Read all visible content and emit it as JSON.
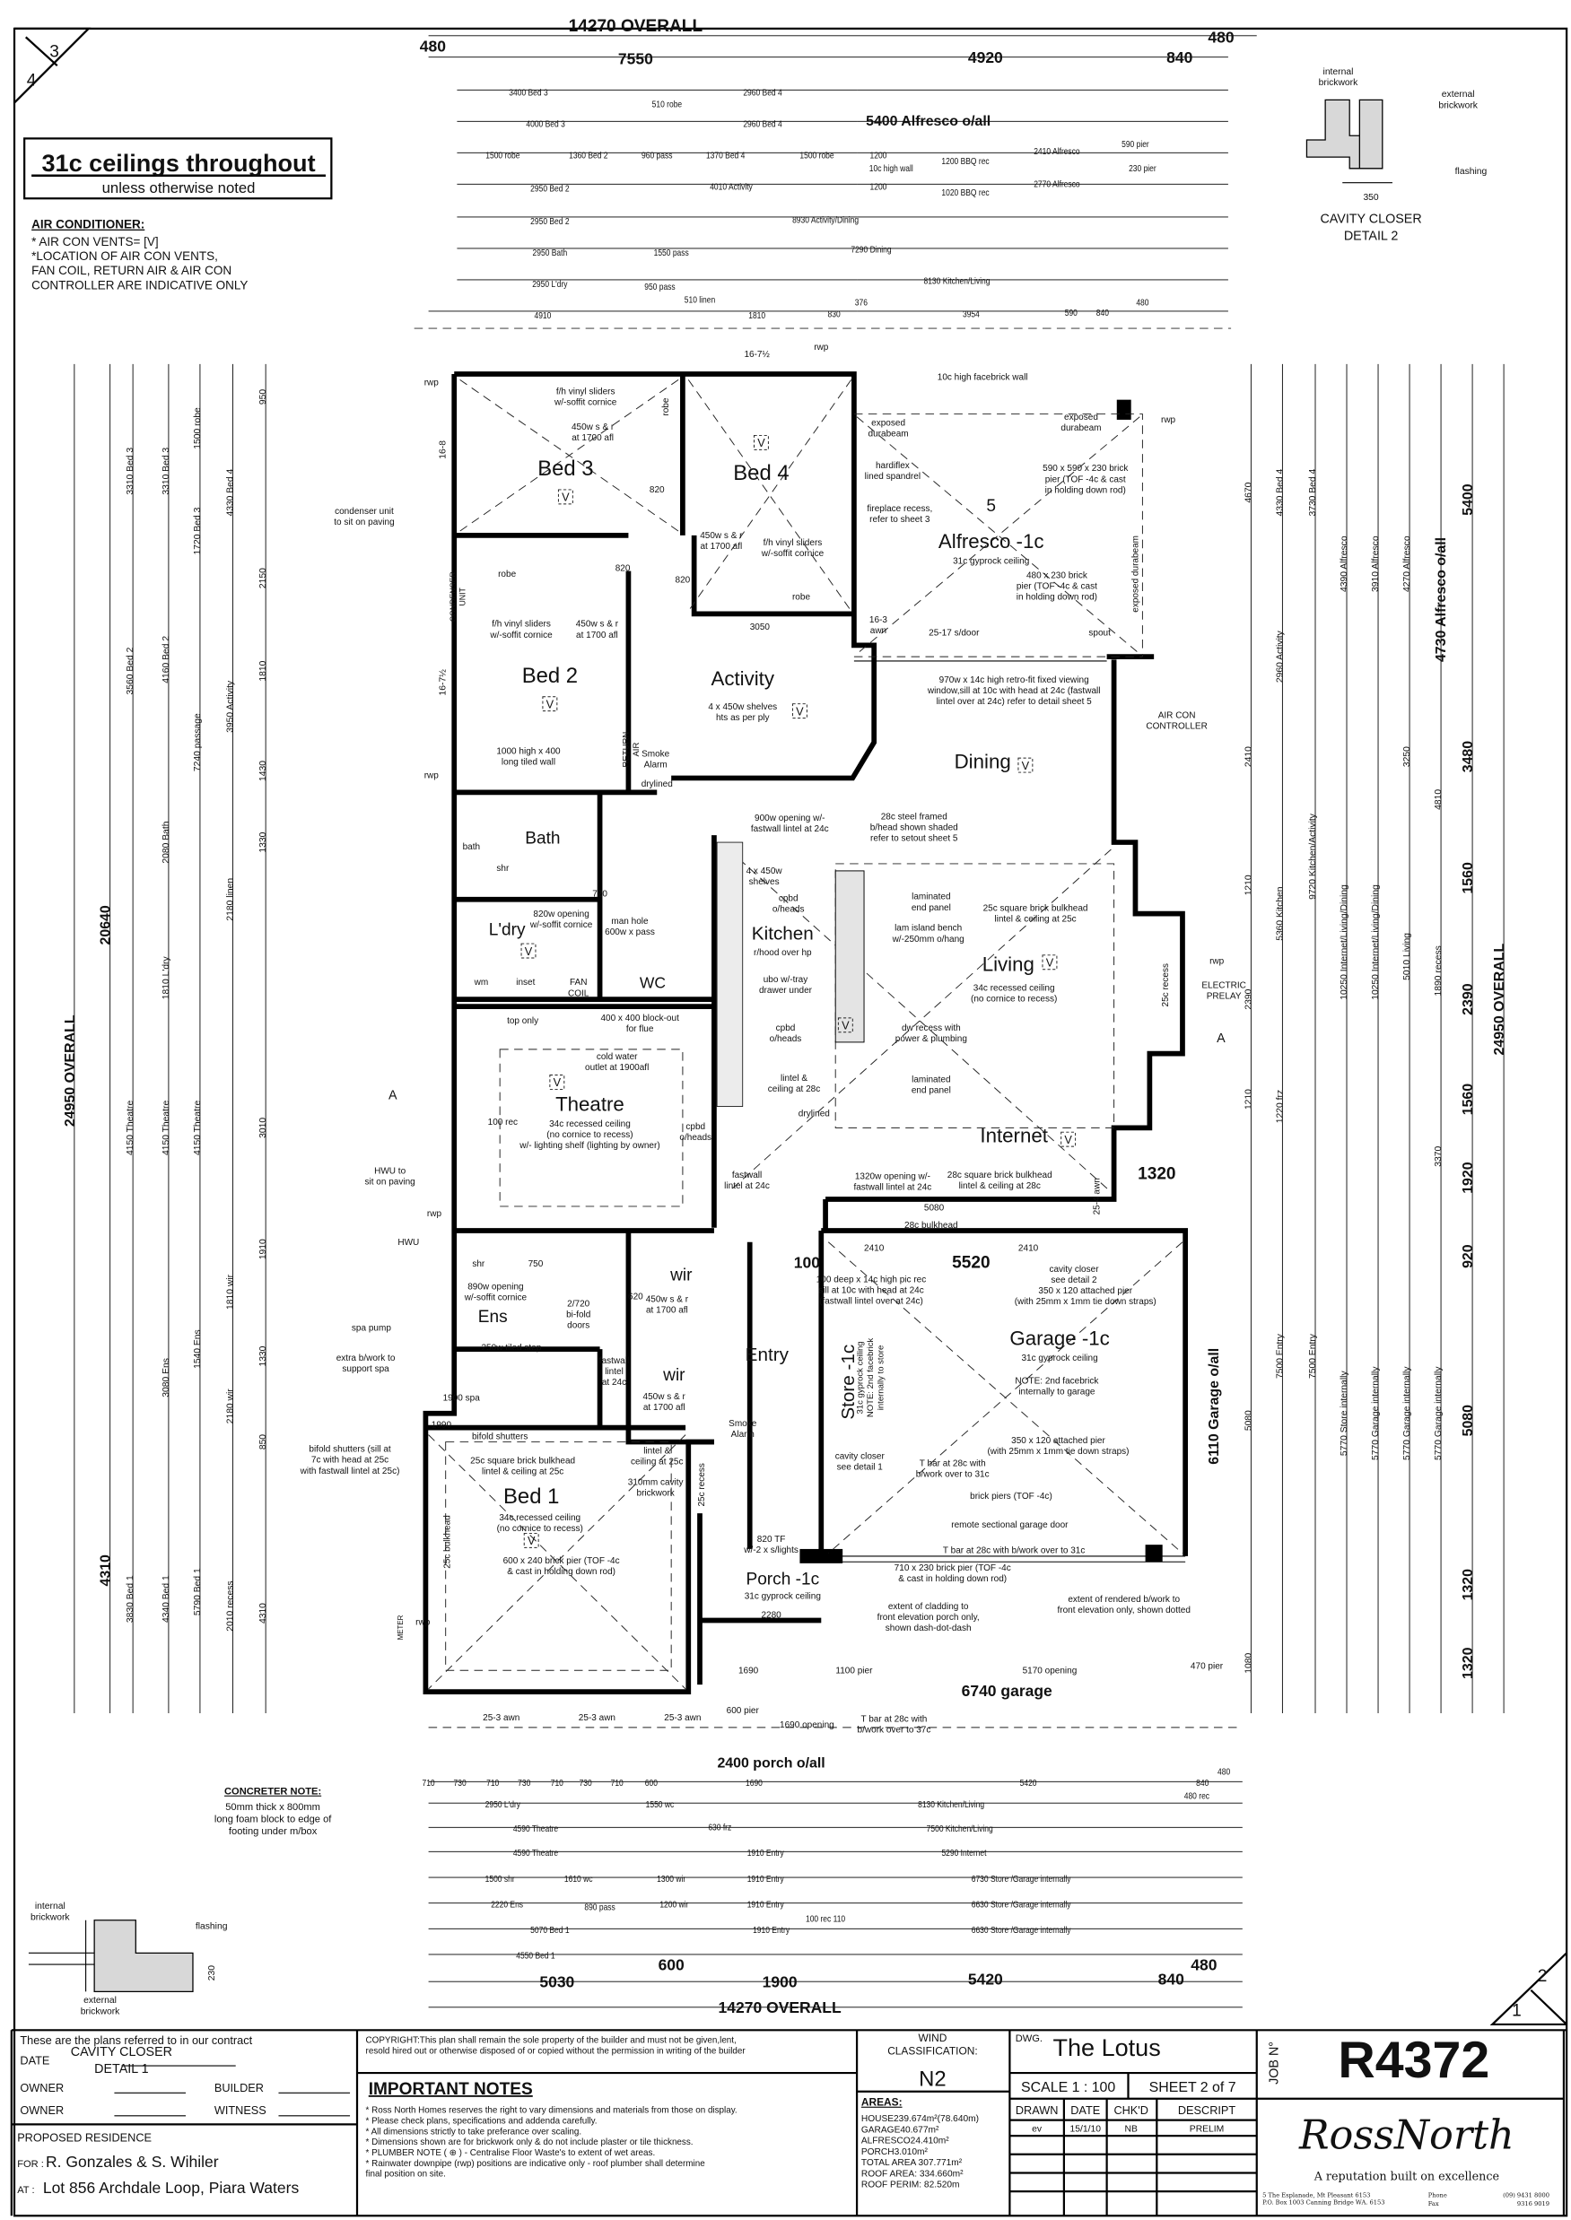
{
  "header": {
    "corner_top_a": "3",
    "corner_top_b": "4",
    "corner_bottom_a": "2",
    "corner_bottom_b": "1",
    "ceiling_title": "31c ceilings throughout",
    "ceiling_subtitle": "unless otherwise noted"
  },
  "aircon": {
    "title": "AIR CONDITIONER:",
    "lines": [
      "* AIR CON VENTS= [V]",
      "*LOCATION OF AIR CON VENTS,",
      "FAN COIL, RETURN AIR & AIR CON",
      "CONTROLLER ARE INDICATIVE ONLY"
    ]
  },
  "vent_symbol": "V",
  "dims_top": [
    "14270 OVERALL",
    "480",
    "7550",
    "4920",
    "840",
    "480",
    "3400 Bed 3",
    "510 robe",
    "2960 Bed 4",
    "4000 Bed 3",
    "2960 Bed 4",
    "5400 Alfresco o/all",
    "1500 robe",
    "1360 Bed 2",
    "960 pass",
    "1370 Bed 4",
    "1500 robe",
    "1200",
    "10c high wall",
    "1200 BBQ rec",
    "2410 Alfresco",
    "590 pier",
    "230 pier",
    "2950 Bed 2",
    "4010 Activity",
    "1200",
    "1020 BBQ rec",
    "2770 Alfresco",
    "2950 Bed 2",
    "8930 Activity/Dining",
    "2950 Bath",
    "1550 pass",
    "7290 Dining",
    "2950 L'dry",
    "950 pass",
    "510 linen",
    "8130 Kitchen/Living",
    "4910",
    "1810",
    "830",
    "376",
    "3954",
    "590",
    "840",
    "480"
  ],
  "dims_left": [
    "24950 OVERALL",
    "20640",
    "4310",
    "3310 Bed 3",
    "3560 Bed 2",
    "4150 Theatre",
    "3830 Bed 1",
    "3310 Bed 3",
    "4160 Bed 2",
    "2080 Bath",
    "1810 L'dry",
    "4150 Theatre",
    "3080 Ens",
    "4340 Bed 1",
    "1500 robe",
    "1720 Bed 3",
    "7240 passage",
    "4150 Theatre",
    "1540 Ens",
    "5790 Bed 1",
    "4330 Bed 4",
    "3950 Activity",
    "2180 linen",
    "1810 wir",
    "2180 wir",
    "2010 recess",
    "950",
    "2150",
    "1810",
    "1430",
    "1330",
    "3010",
    "1910",
    "1330",
    "850",
    "4310"
  ],
  "dims_right": [
    "4670",
    "2410",
    "1210",
    "2390",
    "1210",
    "5080",
    "1080",
    "4330 Bed 4",
    "2960 Activity",
    "5360 Kitchen",
    "1220 frz",
    "7500 Entry",
    "3730 Bed 4",
    "9720 Kitchen/Activity",
    "7500 Entry",
    "4390 Alfresco",
    "10250 Internet/Living/Dining",
    "5770 Store internally",
    "3910 Alfresco",
    "10250 Internet/Living/Dining",
    "5770 Garage internally",
    "4270 Alfresco",
    "3250",
    "5010 Living",
    "5770 Garage internally",
    "4810",
    "1890 recess",
    "3370",
    "5770 Garage internally",
    "4730 Alfresco o/all",
    "5400",
    "3480",
    "1560",
    "2390",
    "1560",
    "1920",
    "920",
    "5080",
    "1320",
    "1320",
    "24950 OVERALL",
    "6110 Garage o/all"
  ],
  "dims_bottom": [
    "2400 porch o/all",
    "710",
    "730",
    "710",
    "730",
    "710",
    "730",
    "710",
    "600",
    "1690",
    "5420",
    "840",
    "480",
    "2950 L'dry",
    "1550 wc",
    "8130 Kitchen/Living",
    "480 rec",
    "4590 Theatre",
    "630 frz",
    "7500 Kitchen/Living",
    "4590 Theatre",
    "1910 Entry",
    "5290 Internet",
    "1500 shr",
    "1610 wc",
    "1300 wir",
    "1910 Entry",
    "6730 Store /Garage internally",
    "2220 Ens",
    "890 pass",
    "1200 wir",
    "1910 Entry",
    "6630 Store /Garage internally",
    "5070 Bed 1",
    "1910 Entry",
    "100 rec 110",
    "6630 Store /Garage internally",
    "4550 Bed 1",
    "5030",
    "600",
    "1900",
    "5420",
    "840",
    "480",
    "14270 OVERALL"
  ],
  "rooms": [
    [
      "Bed 3"
    ],
    [
      "Bed 4"
    ],
    [
      "Bed 2"
    ],
    [
      "Activity"
    ],
    [
      "Dining"
    ],
    [
      "Bath"
    ],
    [
      "L'dry"
    ],
    [
      "WC"
    ],
    [
      "Kitchen"
    ],
    [
      "Living"
    ],
    [
      "Theatre"
    ],
    [
      "Internet"
    ],
    [
      "Entry"
    ],
    [
      "Ens"
    ],
    [
      "wir"
    ],
    [
      "wir"
    ],
    [
      "Bed 1"
    ],
    [
      "Alfresco -1c"
    ],
    [
      "Garage -1c"
    ],
    [
      "Porch -1c"
    ],
    [
      "Store -1c"
    ]
  ],
  "notes": [
    [
      "10c high facebrick wall"
    ],
    [
      "exposed",
      "durabeam"
    ],
    [
      "exposed",
      "durabeam"
    ],
    [
      "hardiflex",
      "lined spandrel"
    ],
    [
      "590 x 590 x 230 brick",
      "pier (TOF -4c & cast",
      "in holding down rod)"
    ],
    [
      "fireplace recess,",
      "refer to sheet 3"
    ],
    [
      "5"
    ],
    [
      "31c gyprock ceiling"
    ],
    [
      "480 x 230 brick",
      "pier (TOF -4c & cast",
      "in holding down rod)"
    ],
    [
      "exposed durabeam"
    ],
    [
      "16-3",
      "awn"
    ],
    [
      "25-17 s/door"
    ],
    [
      "spout"
    ],
    [
      "970w x 14c high retro-fit fixed viewing",
      "window,sill at 10c with head at 24c (fastwall",
      "lintel over at 24c) refer to detail sheet 5"
    ],
    [
      "AIR CON",
      "CONTROLLER"
    ],
    [
      "4 x 450w shelves",
      "hts as per ply"
    ],
    [
      "RETURN",
      "AIR"
    ],
    [
      "Smoke",
      "Alarm"
    ],
    [
      "1000 high x 400",
      "long tiled wall"
    ],
    [
      "drylined"
    ],
    [
      "900w opening w/-",
      "fastwall lintel at 24c"
    ],
    [
      "28c steel framed",
      "b/head shown shaded",
      "refer to setout sheet 5"
    ],
    [
      "condenser unit",
      "to sit on paving"
    ],
    [
      "CONDENSER",
      "UNIT"
    ],
    [
      "f/h vinyl sliders",
      "w/-soffit cornice"
    ],
    [
      "450w s & r",
      "at 1700 afl"
    ],
    [
      "robe"
    ],
    [
      "f/h vinyl sliders",
      "w/-soffit cornice"
    ],
    [
      "450w s & r",
      "at 1700 afl"
    ],
    [
      "robe"
    ],
    [
      "robe"
    ],
    [
      "f/h vinyl sliders",
      "w/-soffit cornice"
    ],
    [
      "450w s & r",
      "at 1700 afl"
    ],
    [
      "820"
    ],
    [
      "820"
    ],
    [
      "820"
    ],
    [
      "3050"
    ],
    [
      "rwp"
    ],
    [
      "rwp"
    ],
    [
      "rwp"
    ],
    [
      "rwp"
    ],
    [
      "rwp"
    ],
    [
      "rwp"
    ],
    [
      "rwp"
    ],
    [
      "16-8"
    ],
    [
      "16-7½"
    ],
    [
      "16-7½"
    ],
    [
      "laminated",
      "end panel"
    ],
    [
      "lam island bench",
      "w/-250mm o/hang"
    ],
    [
      "25c square brick bulkhead",
      "lintel & ceiling at 25c"
    ],
    [
      "34c recessed ceiling",
      "(no cornice to recess)"
    ],
    [
      "dw recess with",
      "power & plumbing"
    ],
    [
      "laminated",
      "end panel"
    ],
    [
      "ELECTRIC",
      "PRELAY"
    ],
    [
      "25c recess"
    ],
    [
      "4 x 450w",
      "shelves"
    ],
    [
      "cpbd",
      "o/heads"
    ],
    [
      "r/hood over hp"
    ],
    [
      "ubo w/-tray",
      "drawer under"
    ],
    [
      "cpbd",
      "o/heads"
    ],
    [
      "lintel &",
      "ceiling at 28c"
    ],
    [
      "drylined"
    ],
    [
      "820w opening",
      "w/-soffit cornice"
    ],
    [
      "man hole",
      "600w x pass"
    ],
    [
      "FAN",
      "COIL"
    ],
    [
      "wm"
    ],
    [
      "inset"
    ],
    [
      "top only"
    ],
    [
      "400 x 400 block-out",
      "for flue"
    ],
    [
      "cold water",
      "outlet at 1900afl"
    ],
    [
      "34c recessed ceiling",
      "(no cornice to recess)",
      "w/- lighting shelf (lighting by owner)"
    ],
    [
      "cpbd",
      "o/heads"
    ],
    [
      "100 rec"
    ],
    [
      "HWU to",
      "sit on paving"
    ],
    [
      "1320w opening w/-",
      "fastwall lintel at 24c"
    ],
    [
      "28c square brick bulkhead",
      "lintel & ceiling at 28c"
    ],
    [
      "fastwall",
      "lintel at 24c"
    ],
    [
      "5080"
    ],
    [
      "28c bulkhead"
    ],
    [
      "1320"
    ],
    [
      "25-4 awn"
    ],
    [
      "A"
    ],
    [
      "A"
    ],
    [
      "5520"
    ],
    [
      "100"
    ],
    [
      "2410"
    ],
    [
      "2410"
    ],
    [
      "cavity closer",
      "see detail 2"
    ],
    [
      "100 deep x 14c high pic rec",
      "sill at 10c with head at 24c",
      "(fastwall lintel over at 24c)"
    ],
    [
      "350 x 120 attached pier",
      "(with 25mm x 1mm tie down straps)"
    ],
    [
      "31c gyprock ceiling"
    ],
    [
      "NOTE: 2nd facebrick",
      "internally to garage"
    ],
    [
      "350 x 120 attached pier",
      "(with 25mm x 1mm tie down straps)"
    ],
    [
      "31c gyprock ceiling",
      "NOTE: 2nd facebrick",
      "internally to store"
    ],
    [
      "cavity closer",
      "see detail 1"
    ],
    [
      "T bar at 28c with",
      "b/work over to 31c"
    ],
    [
      "brick piers (TOF -4c)"
    ],
    [
      "remote sectional garage door"
    ],
    [
      "T bar at 28c with b/work over to 31c"
    ],
    [
      "Smoke",
      "Alarm"
    ],
    [
      "820 TF",
      "w/-2 x s/lights"
    ],
    [
      "710 x 230 brick pier (TOF -4c",
      "& cast in holding down rod)"
    ],
    [
      "extent of cladding to",
      "front elevation porch only,",
      "shown dash-dot-dash"
    ],
    [
      "extent of rendered b/work to",
      "front elevation only, shown dotted"
    ],
    [
      "31c gyprock ceiling"
    ],
    [
      "2280"
    ],
    [
      "1690"
    ],
    [
      "1100 pier"
    ],
    [
      "5170 opening"
    ],
    [
      "470 pier"
    ],
    [
      "6740 garage"
    ],
    [
      "T bar at 28c with",
      "b/work over to 37c"
    ],
    [
      "600 pier"
    ],
    [
      "1690 opening"
    ],
    [
      "25-3 awn"
    ],
    [
      "25-3 awn"
    ],
    [
      "25-3 awn"
    ],
    [
      "25c square brick bulkhead",
      "lintel & ceiling at 25c"
    ],
    [
      "34c recessed ceiling",
      "(no cornice to recess)"
    ],
    [
      "600 x 240 brick pier (TOF -4c",
      "& cast in holding down rod)"
    ],
    [
      "310mm cavity",
      "brickwork"
    ],
    [
      "25c recess"
    ],
    [
      "25c bulkhead"
    ],
    [
      "lintel &",
      "ceiling at 25c"
    ],
    [
      "bifold shutters"
    ],
    [
      "1900 spa"
    ],
    [
      "250w tiled step"
    ],
    [
      "890w opening",
      "w/-soffit cornice"
    ],
    [
      "2/720",
      "bi-fold",
      "doors"
    ],
    [
      "fastwall",
      "lintel",
      "at 24c"
    ],
    [
      "450w s & r",
      "at 1700 afl"
    ],
    [
      "450w s & r",
      "at 1700 afl"
    ],
    [
      "spa pump"
    ],
    [
      "extra b/work to",
      "support spa"
    ],
    [
      "bifold shutters (sill at",
      "7c with head at 25c",
      "with fastwall lintel at 25c)"
    ],
    [
      "HWU"
    ],
    [
      "METER"
    ],
    [
      "shr"
    ],
    [
      "bath"
    ],
    [
      "shr"
    ],
    [
      "720"
    ],
    [
      "620"
    ],
    [
      "750"
    ],
    [
      "1990"
    ]
  ],
  "concreter_note": {
    "title": "CONCRETER NOTE:",
    "lines": [
      "50mm thick x 800mm",
      "long foam block to edge of",
      "footing under m/box"
    ]
  },
  "detail1": {
    "internal": [
      "internal",
      "brickwork"
    ],
    "flashing": "flashing",
    "external": [
      "external",
      "brickwork"
    ],
    "dim": "230",
    "title": "CAVITY CLOSER",
    "subtitle": "DETAIL 1"
  },
  "detail2": {
    "internal": [
      "internal",
      "brickwork"
    ],
    "external": [
      "external",
      "brickwork"
    ],
    "flashing": "flashing",
    "dim": "350",
    "title": "CAVITY CLOSER",
    "subtitle": "DETAIL 2"
  },
  "title_block": {
    "contract_note": "These are the plans referred to in our contract",
    "date_label": "DATE",
    "owner_label": "OWNER",
    "builder_label": "BUILDER",
    "owner2_label": "OWNER",
    "witness_label": "WITNESS",
    "proposed": "PROPOSED RESIDENCE",
    "for_label": "FOR :",
    "for_value": "R. Gonzales & S. Wihiler",
    "at_label": "AT :",
    "at_value": "Lot 856 Archdale Loop, Piara Waters",
    "copyright": [
      "COPYRIGHT:This plan shall remain the sole property of the builder and must not be given,lent,",
      "resold hired out or otherwise disposed of or copied without the permission in writing of the builder"
    ],
    "important_title": "IMPORTANT NOTES",
    "important_notes": [
      "* Ross North Homes reserves the right to vary dimensions and materials from those on display.",
      "* Please check plans, specifications and addenda carefully.",
      "* All dimensions strictly to take preferance over scaling.",
      "* Dimensions shown are for brickwork only & do not include plaster or tile thickness.",
      "* PLUMBER NOTE ( ⊕ ) - Centralise Floor Waste's to extent of wet areas.",
      "* Rainwater downpipe (rwp) positions are indicative only - roof plumber shall determine",
      "final position on site."
    ],
    "wind_label": [
      "WIND",
      "CLASSIFICATION:"
    ],
    "wind_value": "N2",
    "areas_title": "AREAS:",
    "areas": [
      "HOUSE239.674m²(78.640m)",
      "GARAGE40.677m²",
      "ALFRESCO24.410m²",
      "PORCH3.010m²",
      "TOTAL AREA 307.771m²",
      "ROOF AREA: 334.660m²",
      "ROOF PERIM: 82.520m"
    ],
    "dwg_label": "DWG.",
    "dwg_name": "The Lotus",
    "scale": "SCALE 1 : 100",
    "sheet": "SHEET 2 of 7",
    "rev_headers": [
      "DRAWN",
      "DATE",
      "CHK'D",
      "DESCRIPT"
    ],
    "rev_row": [
      "ev",
      "15/1/10",
      "NB",
      "PRELIM"
    ],
    "job_label": "JOB N°",
    "job_number": "R4372",
    "logo": "RossNorth",
    "tagline": "A reputation built on excellence",
    "address": [
      "5 The Esplanade, Mt Pleasant 6153",
      "P.O. Box 1003 Canning Bridge WA. 6153"
    ],
    "phone_label": "Phone",
    "phone": "(09) 9431 8000",
    "fax_label": "Fax",
    "fax": "9316 9019"
  }
}
